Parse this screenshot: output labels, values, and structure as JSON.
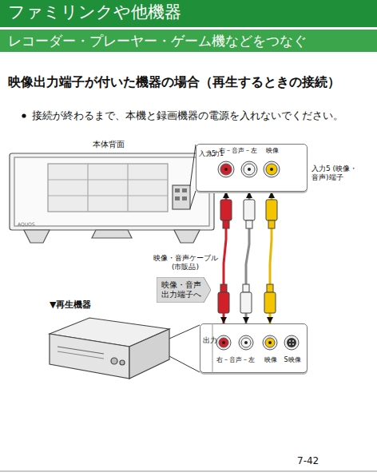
{
  "diagram": {
    "title": "ファミリンクや他機器",
    "nodes": [
      {
        "text": [
          "レコーダー・プレーヤー・ゲーム機などをつなぐ"
        ]
      },
      {
        "text": [
          "入力5",
          "入力1",
          "右－音声－左",
          "映像"
        ]
      },
      {
        "text": [
          "映像・音声 出力端子へ"
        ]
      },
      {
        "text": [
          "出力",
          "右－音声－左",
          "映像",
          "S映像"
        ]
      }
    ],
    "edges": [
      {
        "from": 3,
        "to": 1,
        "arrow": "both"
      }
    ],
    "labels": [
      "映像出力端子が付いた機器の場合（再生するときの接続）",
      "接続が終わるまで、本機と録画機器の電源を入れないでください。",
      "本体背面",
      "AQUOS",
      "入力5 (映像・音声)端子",
      "映像・音声ケーブル (市販品)",
      "▼再生機器",
      "7-42"
    ]
  }
}
